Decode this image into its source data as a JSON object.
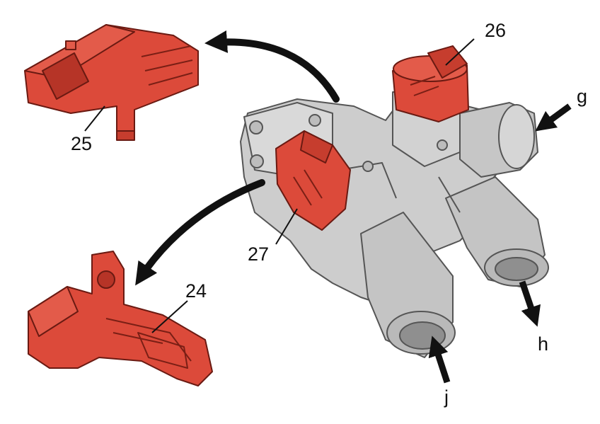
{
  "diagram": {
    "callouts": {
      "map_sensor": "25",
      "temp_sensor_top": "26",
      "temp_sensor_front": "27",
      "speed_sensor": "24"
    },
    "flow_labels": {
      "inlet_g": "g",
      "outlet_h": "h",
      "outlet_j": "j"
    },
    "colors": {
      "part_highlight": "#dc4a3a",
      "part_shadow": "#a52a1f",
      "housing": "#c9c9c9",
      "housing_dark": "#8e8e8e",
      "arrow": "#111111"
    }
  }
}
